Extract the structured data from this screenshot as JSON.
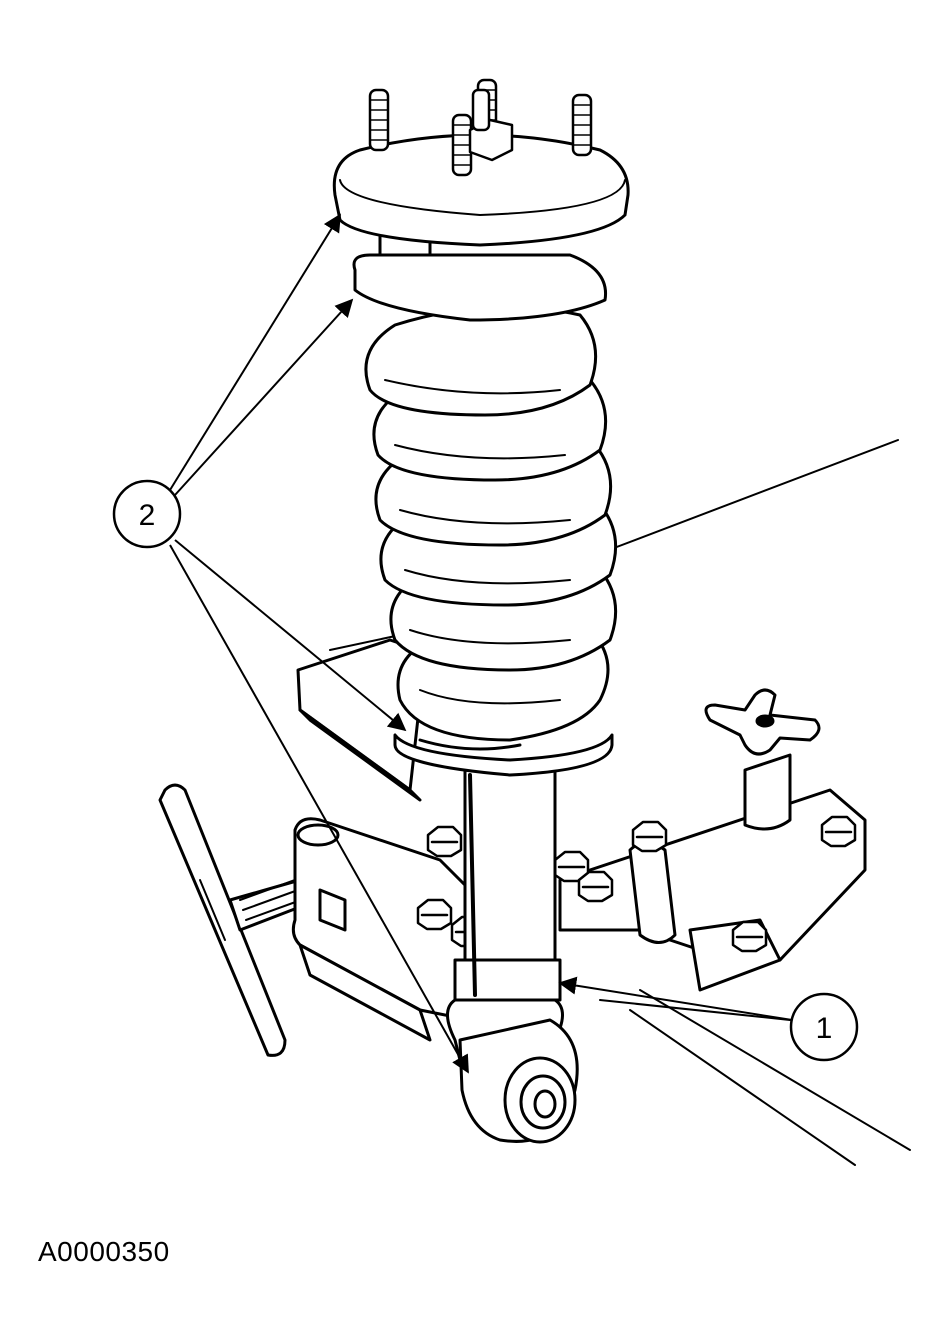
{
  "figure": {
    "id": "A0000350"
  },
  "callouts": [
    {
      "number": "1"
    },
    {
      "number": "2"
    }
  ],
  "colors": {
    "ink": "#000000",
    "paper": "#ffffff"
  }
}
